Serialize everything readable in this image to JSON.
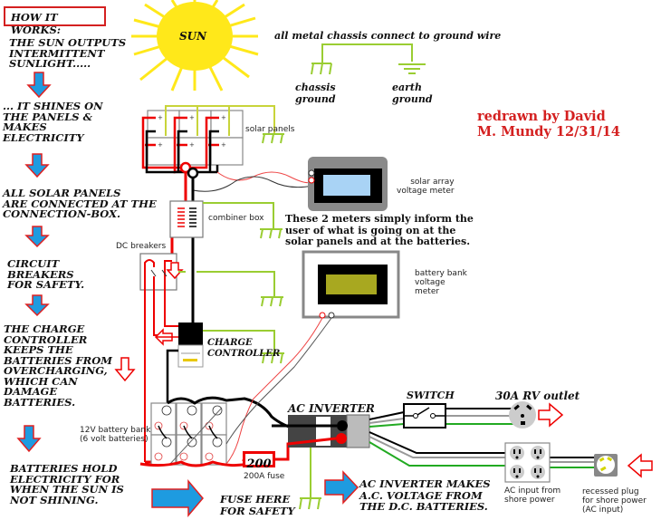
{
  "title_box": {
    "label": "HOW IT WORKS:"
  },
  "credit": {
    "text": "redrawn by David\nM. Mundy 12/31/14",
    "color": "#d42020"
  },
  "steps": [
    {
      "text": "THE SUN OUTPUTS\nINTERMITTENT\nSUNLIGHT....."
    },
    {
      "text": "... IT SHINES ON\nTHE PANELS &\nMAKES\nELECTRICITY"
    },
    {
      "text": "ALL SOLAR PANELS\nARE CONNECTED AT THE\nCONNECTION-BOX."
    },
    {
      "text": "CIRCUIT\nBREAKERS\nFOR SAFETY."
    },
    {
      "text": "THE CHARGE\nCONTROLLER\nKEEPS THE\nBATTERIES FROM\nOVERCHARGING,\nWHICH CAN\nDAMAGE\nBATTERIES."
    },
    {
      "text": "BATTERIES HOLD\nELECTRICITY FOR\nWHEN THE SUN IS\nNOT SHINING."
    }
  ],
  "sun": {
    "label": "SUN",
    "color": "#ffe81a"
  },
  "ground_legend": {
    "title": "all metal chassis connect to ground wire",
    "chassis": "chassis\nground",
    "earth": "earth\nground",
    "wire_color": "#9acd32"
  },
  "components": {
    "solar_panels": "solar panels",
    "solar_meter": "solar array\nvoltage meter",
    "meters_note": "These 2 meters simply inform the\nuser of what is going on at the\nsolar panels and at the batteries.",
    "combiner_box": "combiner box",
    "dc_breakers": "DC breakers",
    "battery_meter": "battery bank\nvoltage\nmeter",
    "charge_controller": "CHARGE\nCONTROLLER",
    "battery_bank": "12V battery bank\n(6 volt batteries)",
    "fuse_value": "200",
    "fuse_label": "200A fuse",
    "ac_inverter": "AC INVERTER",
    "switch": "SWITCH",
    "rv_outlet": "30A RV outlet",
    "ac_input": "AC input from\nshore power",
    "recessed_plug": "recessed plug\nfor shore power\n(AC input)"
  },
  "callouts": {
    "fuse_here": "FUSE HERE\nFOR SAFETY",
    "inverter_makes": "AC INVERTER MAKES\nA.C.  VOLTAGE FROM\nTHE D.C. BATTERIES."
  },
  "colors": {
    "arrow_fill": "#1e9be0",
    "arrow_stroke": "#e02020",
    "positive_wire": "#e00000",
    "negative_wire": "#000000",
    "ground_wire": "#9acd32",
    "ac_green": "#22aa33",
    "ac_gray": "#999999"
  }
}
